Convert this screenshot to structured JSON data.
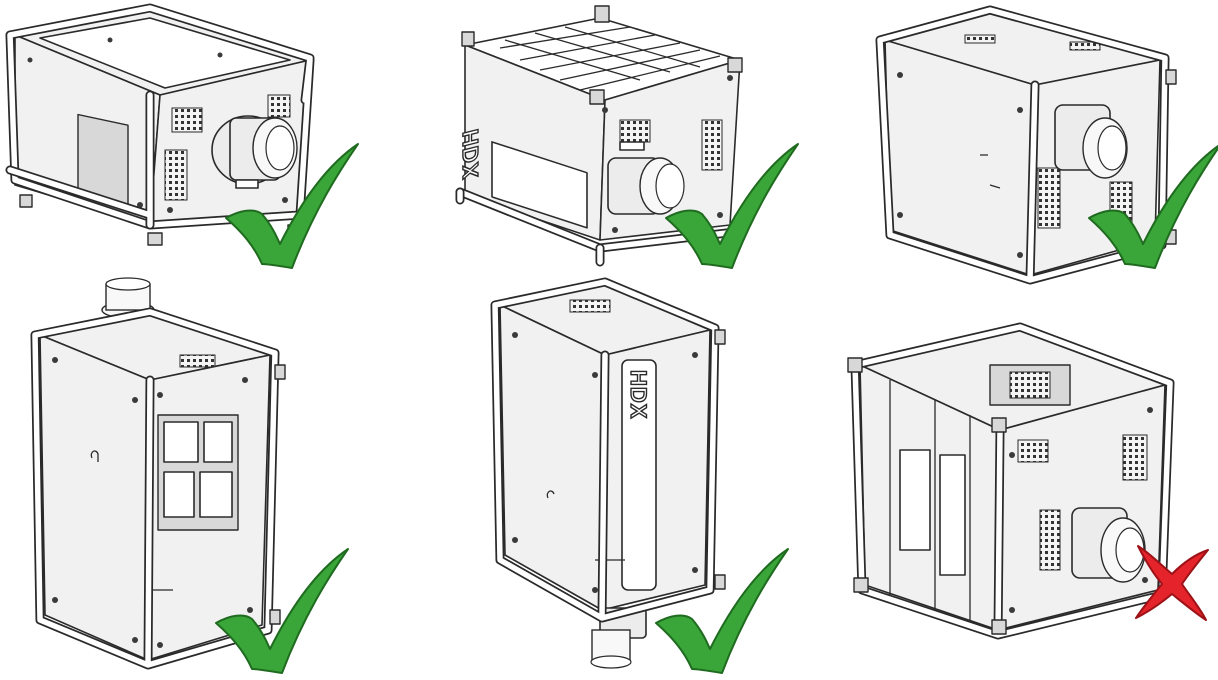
{
  "brand_label": "HDX",
  "colors": {
    "check_mark": "#3aa63a",
    "cross_mark": "#e4242a",
    "outline": "#2a2a2a"
  },
  "orientations": [
    {
      "id": "table-mount",
      "allowed": true,
      "mark": "check-icon"
    },
    {
      "id": "ceiling-mount",
      "allowed": true,
      "mark": "check-icon"
    },
    {
      "id": "side-left",
      "allowed": true,
      "mark": "check-icon"
    },
    {
      "id": "lens-up",
      "allowed": true,
      "mark": "check-icon"
    },
    {
      "id": "lens-down",
      "allowed": true,
      "mark": "check-icon"
    },
    {
      "id": "side-right",
      "allowed": false,
      "mark": "cross-icon"
    }
  ]
}
